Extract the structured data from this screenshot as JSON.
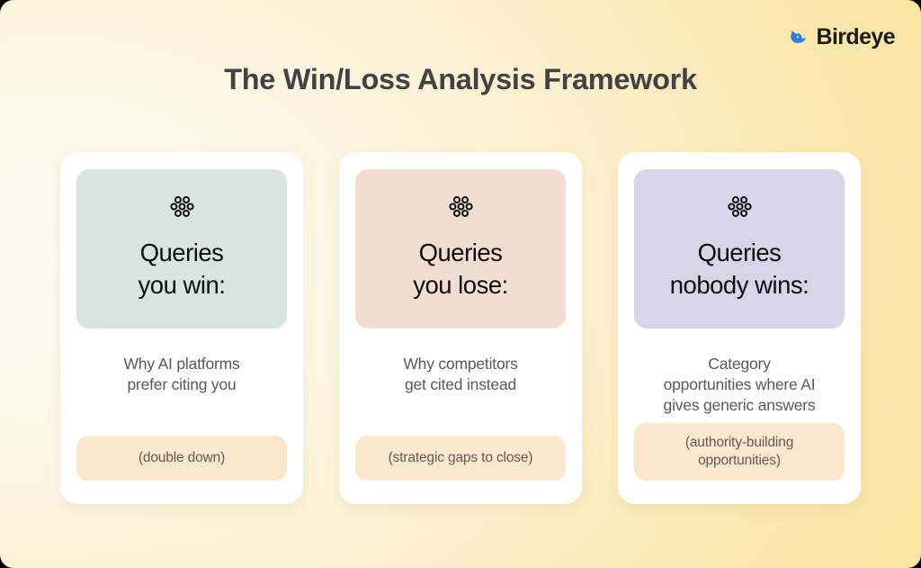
{
  "brand": {
    "name": "Birdeye",
    "logo_icon": "bird-icon",
    "logo_color": "#2f7de0"
  },
  "header": {
    "title": "The Win/Loss Analysis Framework"
  },
  "theme": {
    "background_from": "#fefaf1",
    "background_to": "#f9e3a0",
    "title_color": "#434046",
    "card_background": "#ffffff",
    "pill_background": "#fbe7cc",
    "body_text_color": "#56595f"
  },
  "cards": [
    {
      "icon": "circle-cluster-icon",
      "panel_color": "#d6e5e0",
      "heading": "Queries\nyou win:",
      "body": "Why AI platforms\nprefer citing you",
      "pill": "(double down)"
    },
    {
      "icon": "circle-cluster-icon",
      "panel_color": "#f2ddd1",
      "heading": "Queries\nyou lose:",
      "body": "Why competitors\nget cited instead",
      "pill": "(strategic gaps to close)"
    },
    {
      "icon": "circle-cluster-icon",
      "panel_color": "#d9d5e9",
      "heading": "Queries\nnobody wins:",
      "body": "Category\nopportunities where AI\ngives generic answers",
      "pill": "(authority-building\nopportunities)"
    }
  ]
}
